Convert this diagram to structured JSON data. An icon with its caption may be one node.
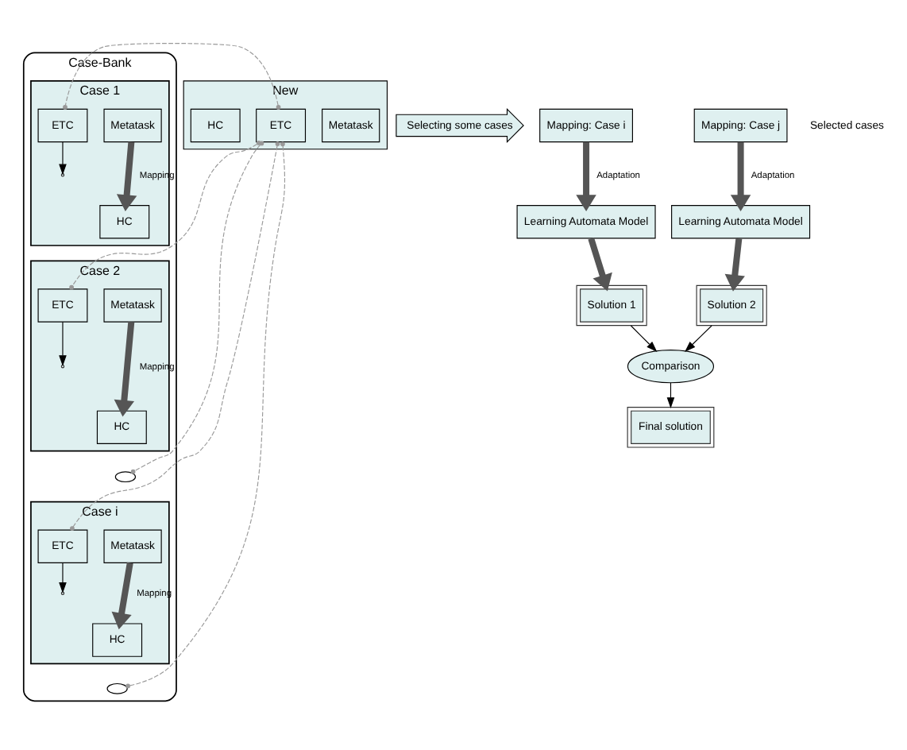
{
  "diagram": {
    "nodes": [
      {
        "text": [
          "Case-Bank"
        ]
      },
      {
        "text": [
          "Case 1"
        ],
        "in": 0
      },
      {
        "text": [
          "Metatask"
        ],
        "in": 1
      },
      {
        "text": [
          "ETC"
        ],
        "in": 1
      },
      {
        "text": [
          "HC"
        ],
        "in": 1
      },
      {
        "text": [
          "Case 2"
        ],
        "in": 0
      },
      {
        "text": [
          "Metatask"
        ],
        "in": 5
      },
      {
        "text": [
          "ETC"
        ],
        "in": 5
      },
      {
        "text": [
          "HC"
        ],
        "in": 5
      },
      {
        "text": [],
        "shape": "ellipse",
        "in": 0
      },
      {
        "text": [
          "Case i"
        ],
        "in": 0
      },
      {
        "text": [
          "Metatask"
        ],
        "in": 10
      },
      {
        "text": [
          "ETC"
        ],
        "in": 10
      },
      {
        "text": [
          "HC"
        ],
        "in": 10
      },
      {
        "text": [],
        "shape": "ellipse",
        "in": 0
      },
      {
        "text": [
          "New"
        ]
      },
      {
        "text": [
          "Metatask"
        ],
        "in": 15
      },
      {
        "text": [
          "ETC"
        ],
        "in": 15
      },
      {
        "text": [
          "HC"
        ],
        "in": 15
      },
      {
        "text": [
          "Selecting some cases"
        ]
      },
      {
        "text": [
          "Mapping: Case i"
        ]
      },
      {
        "text": [
          "Mapping: Case j"
        ]
      },
      {
        "text": [
          "Learning Automata Model"
        ]
      },
      {
        "text": [
          "Learning Automata Model"
        ]
      },
      {
        "text": [
          "Solution 1"
        ]
      },
      {
        "text": [
          "Solution 2"
        ]
      },
      {
        "text": [
          "Comparison"
        ]
      },
      {
        "text": [
          "Final solution"
        ]
      }
    ],
    "edges": [
      {
        "from": 2,
        "to": 4,
        "label": "Mapping",
        "arrow": "to",
        "style": "thick"
      },
      {
        "from": 3,
        "to": null,
        "arrow": "to"
      },
      {
        "from": 6,
        "to": 8,
        "label": "Mapping",
        "arrow": "to",
        "style": "thick"
      },
      {
        "from": 7,
        "to": null,
        "arrow": "to"
      },
      {
        "from": 11,
        "to": 13,
        "label": "Mapping",
        "arrow": "to",
        "style": "thick"
      },
      {
        "from": 12,
        "to": null,
        "arrow": "to"
      },
      {
        "from": 17,
        "to": 3,
        "arrow": "other",
        "style": "dashed",
        "color": "#999999"
      },
      {
        "from": 17,
        "to": 7,
        "arrow": "other",
        "style": "dashed",
        "color": "#999999"
      },
      {
        "from": 17,
        "to": 9,
        "arrow": "other",
        "style": "dashed",
        "color": "#999999"
      },
      {
        "from": 17,
        "to": 12,
        "arrow": "other",
        "style": "dashed",
        "color": "#999999"
      },
      {
        "from": 17,
        "to": 14,
        "arrow": "other",
        "style": "dashed",
        "color": "#999999"
      },
      {
        "from": 20,
        "to": 22,
        "label": "Adaptation",
        "arrow": "to",
        "style": "thick"
      },
      {
        "from": 21,
        "to": 23,
        "label": "Adaptation",
        "arrow": "to",
        "style": "thick"
      },
      {
        "from": 22,
        "to": 24,
        "arrow": "to",
        "style": "thick"
      },
      {
        "from": 23,
        "to": 25,
        "arrow": "to",
        "style": "thick"
      },
      {
        "from": 24,
        "to": 26,
        "arrow": "to"
      },
      {
        "from": 25,
        "to": 26,
        "arrow": "to"
      },
      {
        "from": 26,
        "to": 27,
        "arrow": "to"
      }
    ],
    "labels": [
      "Selected cases"
    ]
  }
}
